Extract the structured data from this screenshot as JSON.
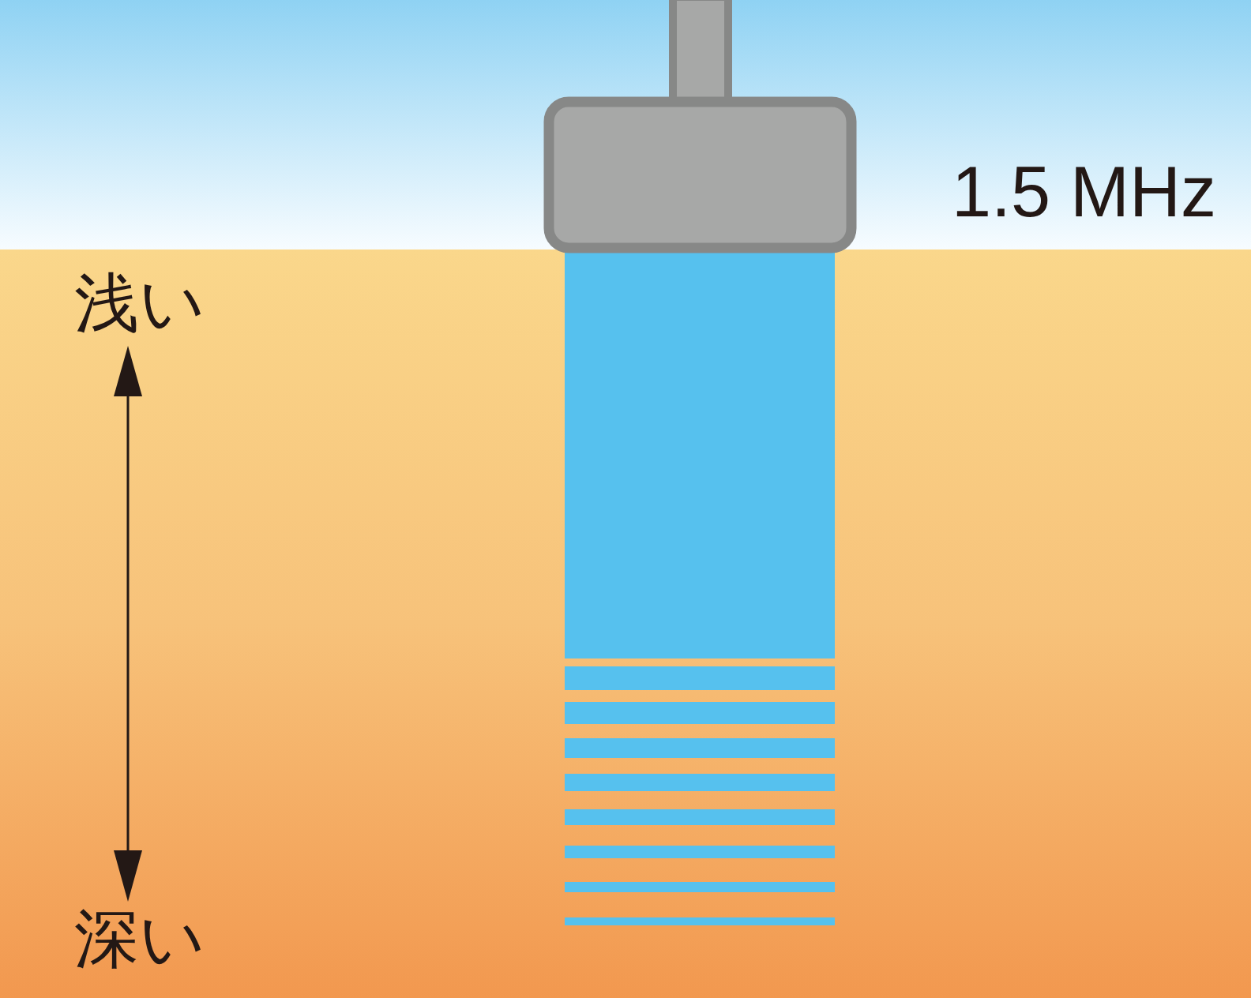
{
  "diagram": {
    "labels": [
      "1.5 MHz",
      "浅い",
      "深い"
    ]
  }
}
